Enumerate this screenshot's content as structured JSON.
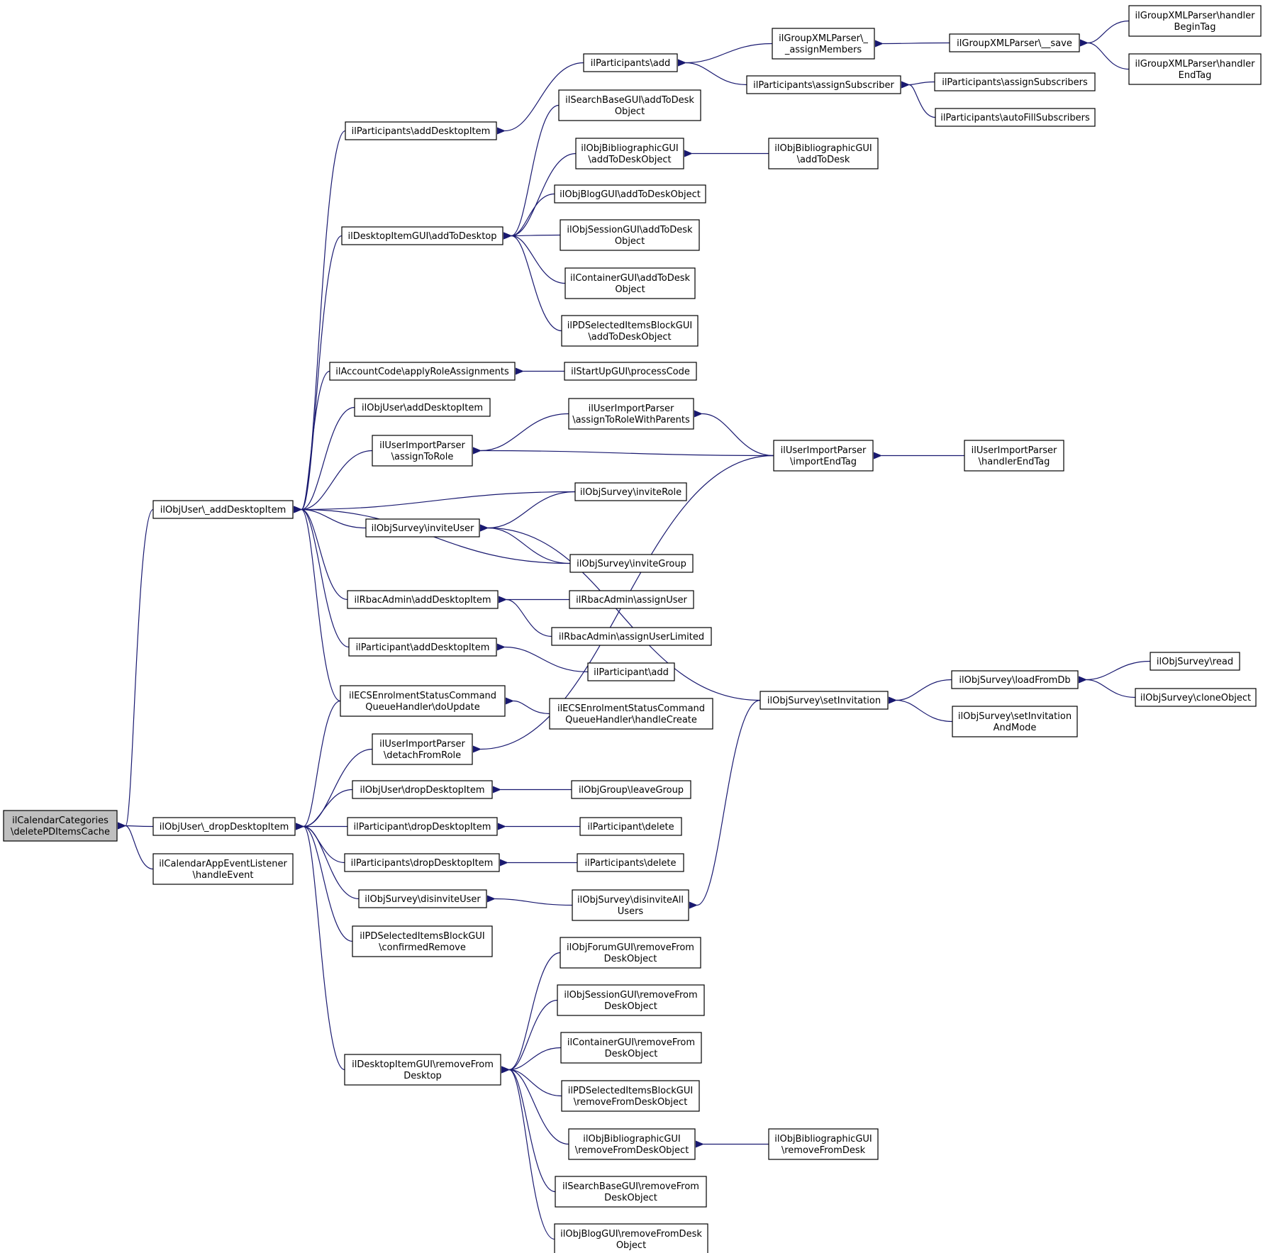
{
  "diagram": {
    "type": "caller-graph",
    "root": "root",
    "colors": {
      "edge": "#191970",
      "root_fill": "#bfbfbf",
      "node_fill": "#ffffff",
      "node_border": "#000000"
    },
    "nodes": [
      {
        "id": "root",
        "lines": [
          "ilCalendarCategories",
          "\\deletePDItemsCache"
        ]
      },
      {
        "id": "n_addDI",
        "lines": [
          "ilObjUser\\_addDesktopItem"
        ]
      },
      {
        "id": "n_dropDI",
        "lines": [
          "ilObjUser\\_dropDesktopItem"
        ]
      },
      {
        "id": "n_calAppEvt",
        "lines": [
          "ilCalendarAppEventListener",
          "\\handleEvent"
        ]
      },
      {
        "id": "n_partsAddDI",
        "lines": [
          "ilParticipants\\addDesktopItem"
        ]
      },
      {
        "id": "n_dtiAddToDesktop",
        "lines": [
          "ilDesktopItemGUI\\addToDesktop"
        ]
      },
      {
        "id": "n_acctCode",
        "lines": [
          "ilAccountCode\\applyRoleAssignments"
        ]
      },
      {
        "id": "n_objUserAddDI",
        "lines": [
          "ilObjUser\\addDesktopItem"
        ]
      },
      {
        "id": "n_uipAssignToRole",
        "lines": [
          "ilUserImportParser",
          "\\assignToRole"
        ]
      },
      {
        "id": "n_surveyInviteUser",
        "lines": [
          "ilObjSurvey\\inviteUser"
        ]
      },
      {
        "id": "n_rbacAddDI",
        "lines": [
          "ilRbacAdmin\\addDesktopItem"
        ]
      },
      {
        "id": "n_participantAddDI",
        "lines": [
          "ilParticipant\\addDesktopItem"
        ]
      },
      {
        "id": "n_ecsDoUpdate",
        "lines": [
          "ilECSEnrolmentStatusCommand",
          "QueueHandler\\doUpdate"
        ]
      },
      {
        "id": "n_uipDetach",
        "lines": [
          "ilUserImportParser",
          "\\detachFromRole"
        ]
      },
      {
        "id": "n_objUserDropDI",
        "lines": [
          "ilObjUser\\dropDesktopItem"
        ]
      },
      {
        "id": "n_participantDropDI",
        "lines": [
          "ilParticipant\\dropDesktopItem"
        ]
      },
      {
        "id": "n_partsDropDI",
        "lines": [
          "ilParticipants\\dropDesktopItem"
        ]
      },
      {
        "id": "n_surveyDisinviteUser",
        "lines": [
          "ilObjSurvey\\disinviteUser"
        ]
      },
      {
        "id": "n_pdsConfirmedRemove",
        "lines": [
          "ilPDSelectedItemsBlockGUI",
          "\\confirmedRemove"
        ]
      },
      {
        "id": "n_dtiRemove",
        "lines": [
          "ilDesktopItemGUI\\removeFrom",
          "Desktop"
        ]
      },
      {
        "id": "n_partsAdd",
        "lines": [
          "ilParticipants\\add"
        ]
      },
      {
        "id": "n_searchAddToDesk",
        "lines": [
          "ilSearchBaseGUI\\addToDesk",
          "Object"
        ]
      },
      {
        "id": "n_biblioAddToDeskObj",
        "lines": [
          "ilObjBibliographicGUI",
          "\\addToDeskObject"
        ]
      },
      {
        "id": "n_blogAddToDeskObj",
        "lines": [
          "ilObjBlogGUI\\addToDeskObject"
        ]
      },
      {
        "id": "n_sessionAddToDesk",
        "lines": [
          "ilObjSessionGUI\\addToDesk",
          "Object"
        ]
      },
      {
        "id": "n_containerAddToDesk",
        "lines": [
          "ilContainerGUI\\addToDesk",
          "Object"
        ]
      },
      {
        "id": "n_pdsAddToDeskObj",
        "lines": [
          "ilPDSelectedItemsBlockGUI",
          "\\addToDeskObject"
        ]
      },
      {
        "id": "n_startUpProcessCode",
        "lines": [
          "ilStartUpGUI\\processCode"
        ]
      },
      {
        "id": "n_uipAssignParents",
        "lines": [
          "ilUserImportParser",
          "\\assignToRoleWithParents"
        ]
      },
      {
        "id": "n_surveyInviteRole",
        "lines": [
          "ilObjSurvey\\inviteRole"
        ]
      },
      {
        "id": "n_surveyInviteGroup",
        "lines": [
          "ilObjSurvey\\inviteGroup"
        ]
      },
      {
        "id": "n_rbacAssignUser",
        "lines": [
          "ilRbacAdmin\\assignUser"
        ]
      },
      {
        "id": "n_rbacAssignUserLimited",
        "lines": [
          "ilRbacAdmin\\assignUserLimited"
        ]
      },
      {
        "id": "n_participantAdd",
        "lines": [
          "ilParticipant\\add"
        ]
      },
      {
        "id": "n_ecsHandleCreate",
        "lines": [
          "ilECSEnrolmentStatusCommand",
          "QueueHandler\\handleCreate"
        ]
      },
      {
        "id": "n_groupLeave",
        "lines": [
          "ilObjGroup\\leaveGroup"
        ]
      },
      {
        "id": "n_participantDelete",
        "lines": [
          "ilParticipant\\delete"
        ]
      },
      {
        "id": "n_partsDelete",
        "lines": [
          "ilParticipants\\delete"
        ]
      },
      {
        "id": "n_surveyDisinviteAll",
        "lines": [
          "ilObjSurvey\\disinviteAll",
          "Users"
        ]
      },
      {
        "id": "n_forumRemove",
        "lines": [
          "ilObjForumGUI\\removeFrom",
          "DeskObject"
        ]
      },
      {
        "id": "n_sessionRemove",
        "lines": [
          "ilObjSessionGUI\\removeFrom",
          "DeskObject"
        ]
      },
      {
        "id": "n_containerRemove",
        "lines": [
          "ilContainerGUI\\removeFrom",
          "DeskObject"
        ]
      },
      {
        "id": "n_pdsRemove",
        "lines": [
          "ilPDSelectedItemsBlockGUI",
          "\\removeFromDeskObject"
        ]
      },
      {
        "id": "n_biblioRemoveObj",
        "lines": [
          "ilObjBibliographicGUI",
          "\\removeFromDeskObject"
        ]
      },
      {
        "id": "n_searchRemove",
        "lines": [
          "ilSearchBaseGUI\\removeFrom",
          "DeskObject"
        ]
      },
      {
        "id": "n_blogRemove",
        "lines": [
          "ilObjBlogGUI\\removeFromDesk",
          "Object"
        ]
      },
      {
        "id": "n_gxpAssignMembers",
        "lines": [
          "ilGroupXMLParser\\_",
          "_assignMembers"
        ]
      },
      {
        "id": "n_partsAssignSubscriber",
        "lines": [
          "ilParticipants\\assignSubscriber"
        ]
      },
      {
        "id": "n_biblioAddToDesk",
        "lines": [
          "ilObjBibliographicGUI",
          "\\addToDesk"
        ]
      },
      {
        "id": "n_uipImportEndTag",
        "lines": [
          "ilUserImportParser",
          "\\importEndTag"
        ]
      },
      {
        "id": "n_surveySetInvitation",
        "lines": [
          "ilObjSurvey\\setInvitation"
        ]
      },
      {
        "id": "n_biblioRemoveFromDesk",
        "lines": [
          "ilObjBibliographicGUI",
          "\\removeFromDesk"
        ]
      },
      {
        "id": "n_gxpSave",
        "lines": [
          "ilGroupXMLParser\\__save"
        ]
      },
      {
        "id": "n_partsAssignSubscribers",
        "lines": [
          "ilParticipants\\assignSubscribers"
        ]
      },
      {
        "id": "n_partsAutoFill",
        "lines": [
          "ilParticipants\\autoFillSubscribers"
        ]
      },
      {
        "id": "n_uipHandlerEndTag",
        "lines": [
          "ilUserImportParser",
          "\\handlerEndTag"
        ]
      },
      {
        "id": "n_surveyLoadFromDb",
        "lines": [
          "ilObjSurvey\\loadFromDb"
        ]
      },
      {
        "id": "n_surveySetInvitationMode",
        "lines": [
          "ilObjSurvey\\setInvitation",
          "AndMode"
        ]
      },
      {
        "id": "n_gxpBeginTag",
        "lines": [
          "ilGroupXMLParser\\handler",
          "BeginTag"
        ]
      },
      {
        "id": "n_gxpEndTag",
        "lines": [
          "ilGroupXMLParser\\handler",
          "EndTag"
        ]
      },
      {
        "id": "n_surveyRead",
        "lines": [
          "ilObjSurvey\\read"
        ]
      },
      {
        "id": "n_surveyClone",
        "lines": [
          "ilObjSurvey\\cloneObject"
        ]
      }
    ],
    "edges": [
      [
        "root",
        "n_addDI"
      ],
      [
        "root",
        "n_dropDI"
      ],
      [
        "root",
        "n_calAppEvt"
      ],
      [
        "n_addDI",
        "n_partsAddDI"
      ],
      [
        "n_addDI",
        "n_dtiAddToDesktop"
      ],
      [
        "n_addDI",
        "n_acctCode"
      ],
      [
        "n_addDI",
        "n_objUserAddDI"
      ],
      [
        "n_addDI",
        "n_uipAssignToRole"
      ],
      [
        "n_addDI",
        "n_surveyInviteRole"
      ],
      [
        "n_addDI",
        "n_surveyInviteUser"
      ],
      [
        "n_addDI",
        "n_surveyInviteGroup"
      ],
      [
        "n_addDI",
        "n_rbacAddDI"
      ],
      [
        "n_addDI",
        "n_participantAddDI"
      ],
      [
        "n_addDI",
        "n_ecsDoUpdate"
      ],
      [
        "n_dropDI",
        "n_ecsDoUpdate"
      ],
      [
        "n_dropDI",
        "n_uipDetach"
      ],
      [
        "n_dropDI",
        "n_objUserDropDI"
      ],
      [
        "n_dropDI",
        "n_participantDropDI"
      ],
      [
        "n_dropDI",
        "n_partsDropDI"
      ],
      [
        "n_dropDI",
        "n_surveyDisinviteUser"
      ],
      [
        "n_dropDI",
        "n_pdsConfirmedRemove"
      ],
      [
        "n_dropDI",
        "n_dtiRemove"
      ],
      [
        "n_partsAddDI",
        "n_partsAdd"
      ],
      [
        "n_dtiAddToDesktop",
        "n_searchAddToDesk"
      ],
      [
        "n_dtiAddToDesktop",
        "n_biblioAddToDeskObj"
      ],
      [
        "n_dtiAddToDesktop",
        "n_blogAddToDeskObj"
      ],
      [
        "n_dtiAddToDesktop",
        "n_sessionAddToDesk"
      ],
      [
        "n_dtiAddToDesktop",
        "n_containerAddToDesk"
      ],
      [
        "n_dtiAddToDesktop",
        "n_pdsAddToDeskObj"
      ],
      [
        "n_acctCode",
        "n_startUpProcessCode"
      ],
      [
        "n_uipAssignToRole",
        "n_uipAssignParents"
      ],
      [
        "n_uipAssignToRole",
        "n_uipImportEndTag"
      ],
      [
        "n_surveyInviteUser",
        "n_surveyInviteRole"
      ],
      [
        "n_surveyInviteUser",
        "n_surveyInviteGroup"
      ],
      [
        "n_surveyInviteUser",
        "n_surveySetInvitation"
      ],
      [
        "n_rbacAddDI",
        "n_rbacAssignUser"
      ],
      [
        "n_rbacAddDI",
        "n_rbacAssignUserLimited"
      ],
      [
        "n_participantAddDI",
        "n_participantAdd"
      ],
      [
        "n_ecsDoUpdate",
        "n_ecsHandleCreate"
      ],
      [
        "n_uipDetach",
        "n_uipImportEndTag"
      ],
      [
        "n_objUserDropDI",
        "n_groupLeave"
      ],
      [
        "n_participantDropDI",
        "n_participantDelete"
      ],
      [
        "n_partsDropDI",
        "n_partsDelete"
      ],
      [
        "n_surveyDisinviteUser",
        "n_surveyDisinviteAll"
      ],
      [
        "n_dtiRemove",
        "n_forumRemove"
      ],
      [
        "n_dtiRemove",
        "n_sessionRemove"
      ],
      [
        "n_dtiRemove",
        "n_containerRemove"
      ],
      [
        "n_dtiRemove",
        "n_pdsRemove"
      ],
      [
        "n_dtiRemove",
        "n_biblioRemoveObj"
      ],
      [
        "n_dtiRemove",
        "n_searchRemove"
      ],
      [
        "n_dtiRemove",
        "n_blogRemove"
      ],
      [
        "n_partsAdd",
        "n_gxpAssignMembers"
      ],
      [
        "n_partsAdd",
        "n_partsAssignSubscriber"
      ],
      [
        "n_biblioAddToDeskObj",
        "n_biblioAddToDesk"
      ],
      [
        "n_uipAssignParents",
        "n_uipImportEndTag"
      ],
      [
        "n_biblioRemoveObj",
        "n_biblioRemoveFromDesk"
      ],
      [
        "n_surveyDisinviteAll",
        "n_surveySetInvitation"
      ],
      [
        "n_gxpAssignMembers",
        "n_gxpSave"
      ],
      [
        "n_partsAssignSubscriber",
        "n_partsAssignSubscribers"
      ],
      [
        "n_partsAssignSubscriber",
        "n_partsAutoFill"
      ],
      [
        "n_uipImportEndTag",
        "n_uipHandlerEndTag"
      ],
      [
        "n_surveySetInvitation",
        "n_surveyLoadFromDb"
      ],
      [
        "n_surveySetInvitation",
        "n_surveySetInvitationMode"
      ],
      [
        "n_gxpSave",
        "n_gxpBeginTag"
      ],
      [
        "n_gxpSave",
        "n_gxpEndTag"
      ],
      [
        "n_surveyLoadFromDb",
        "n_surveyRead"
      ],
      [
        "n_surveyLoadFromDb",
        "n_surveyClone"
      ]
    ]
  }
}
